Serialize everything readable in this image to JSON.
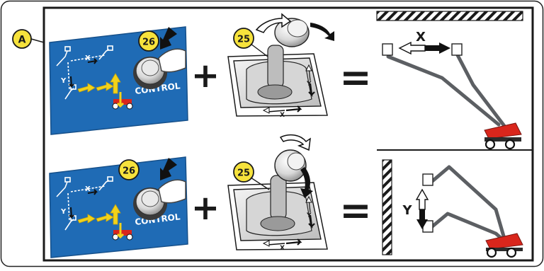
{
  "figure_label": "A",
  "callouts": {
    "button": "26",
    "joystick": "25"
  },
  "panels": {
    "top": {
      "control_text": "CONTROL",
      "plus": "+",
      "equals": "=",
      "card_axis_x": "X",
      "card_axis_y": "Y",
      "joy_axis_x": "X",
      "joy_axis_y": "Y",
      "result_axis": "X"
    },
    "bottom": {
      "control_text": "CONTROL",
      "plus": "+",
      "equals": "=",
      "card_axis_x": "X",
      "card_axis_y": "Y",
      "joy_axis_x": "X",
      "joy_axis_y": "Y",
      "result_axis": "Y"
    }
  },
  "colors": {
    "card_blue": "#1f6bb5",
    "callout_yellow": "#f6e23c",
    "arrow_yellow": "#f2d21a",
    "machine_red": "#d9261c",
    "boom_gray": "#5c5f63",
    "ink": "#1a1a1a"
  },
  "icons": [
    "push-arrow-icon",
    "rotate-arrow-icon",
    "finger-press-icon",
    "double-arrow-icon",
    "hatched-wall-icon"
  ]
}
